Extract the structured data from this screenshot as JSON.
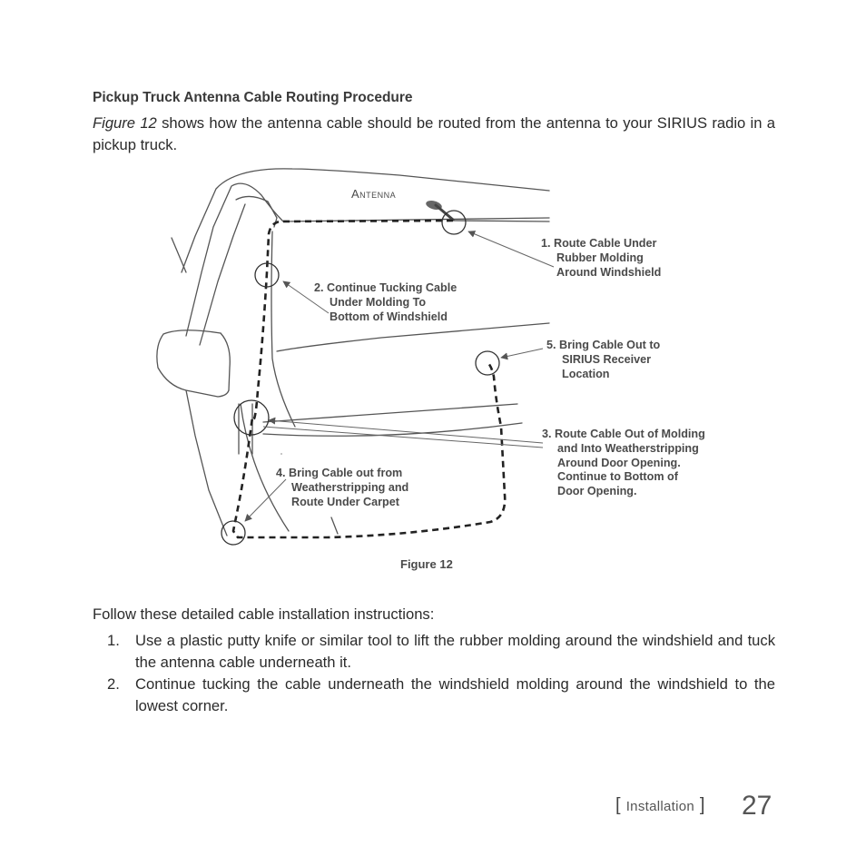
{
  "heading": "Pickup Truck Antenna Cable Routing Procedure",
  "intro": {
    "figure_ref": "Figure 12",
    "text": " shows how the antenna cable should be routed from the antenna to your SIRIUS radio in a pickup truck."
  },
  "figure": {
    "antenna_label": "Antenna",
    "callout1": [
      "1. Route Cable Under",
      "Rubber Molding",
      "Around Windshield"
    ],
    "callout2": [
      "2. Continue Tucking Cable",
      "Under Molding To",
      "Bottom of Windshield"
    ],
    "callout3": [
      "3. Route Cable Out of Molding",
      "and Into Weatherstripping",
      "Around Door Opening.",
      "Continue to Bottom of",
      "Door Opening."
    ],
    "callout4": [
      "4. Bring Cable out from",
      "Weatherstripping and",
      "Route Under Carpet"
    ],
    "callout5": [
      "5. Bring Cable Out to",
      "SIRIUS Receiver",
      "Location"
    ],
    "caption": "Figure 12"
  },
  "follow_text": "Follow these detailed cable installation instructions:",
  "steps": [
    {
      "number": "1.",
      "text": "Use a plastic putty knife or similar tool to lift the rubber molding around the windshield and tuck the antenna cable underneath it."
    },
    {
      "number": "2.",
      "text": "Continue tucking the cable underneath the windshield molding around the windshield to the lowest corner."
    }
  ],
  "footer": {
    "section": "Installation",
    "page_number": "27"
  }
}
